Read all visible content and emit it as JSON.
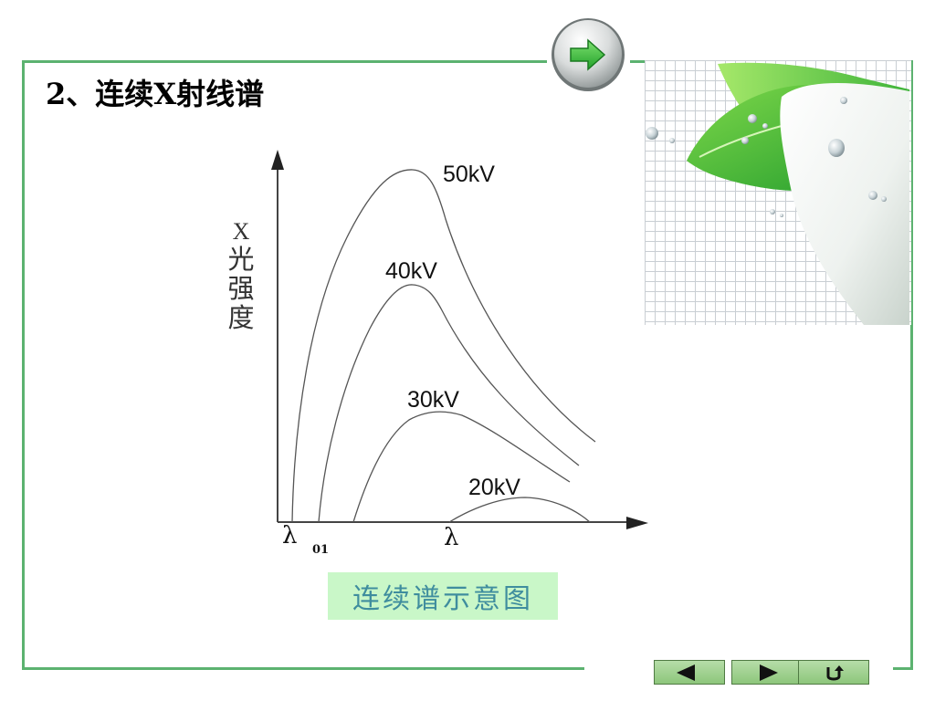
{
  "slide": {
    "title": "2、连续X射线谱",
    "caption": "连续谱示意图"
  },
  "chart_data": {
    "type": "line",
    "title": "",
    "xlabel": "λ",
    "ylabel": "X光强度",
    "ylabel_chars": [
      "X",
      "光",
      "强",
      "度"
    ],
    "x_labels": [
      "λ",
      "01",
      "λ"
    ],
    "series": [
      {
        "name": "50kV"
      },
      {
        "name": "40kV"
      },
      {
        "name": "30kV"
      },
      {
        "name": "20kV"
      }
    ]
  },
  "nav": {
    "next_icon": "green-arrow-right-icon",
    "buttons": [
      "prev-triangle-icon",
      "next-triangle-icon",
      "return-u-arrow-icon"
    ]
  },
  "colors": {
    "frame": "#5cb270",
    "caption_bg": "#c9f7c8",
    "caption_text": "#3f8d9e",
    "arrow_green": "#3fbf3a"
  }
}
